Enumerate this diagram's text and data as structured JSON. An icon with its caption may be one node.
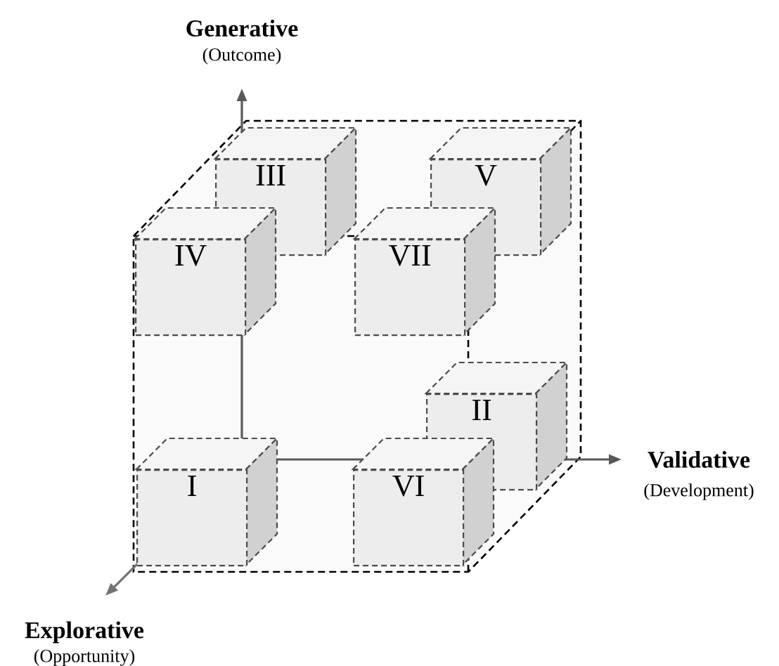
{
  "diagram": {
    "nodes": [
      {
        "text": [
          "III"
        ]
      },
      {
        "text": [
          "V"
        ]
      },
      {
        "text": [
          "IV"
        ]
      },
      {
        "text": [
          "VII"
        ]
      },
      {
        "text": [
          "II"
        ]
      },
      {
        "text": [
          "I"
        ]
      },
      {
        "text": [
          "VI"
        ]
      }
    ],
    "labels": [
      "Generative",
      "(Outcome)",
      "Validative",
      "(Development)",
      "Explorative",
      "(Opportunity)"
    ]
  }
}
